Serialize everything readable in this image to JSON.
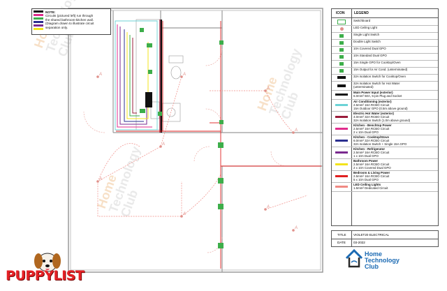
{
  "note": {
    "heading": "NOTE:",
    "lines": [
      "Circuits (pictured left) run through",
      "the shared bathroom-kitchen wall.",
      "(Diagram drawn to illustrate circuit",
      "separation only."
    ]
  },
  "legend": {
    "icon_header": "ICON",
    "legend_header": "LEGEND",
    "items": [
      {
        "icon": "switchboard-icon",
        "lines": [
          "Switchboard"
        ],
        "bold": false
      },
      {
        "icon": "led-ceiling-light-icon",
        "lines": [
          "LED Ceiling Light"
        ],
        "bold": false
      },
      {
        "icon": "single-light-switch-icon",
        "lines": [
          "Single Light Switch"
        ],
        "bold": false
      },
      {
        "icon": "double-light-switch-icon",
        "lines": [
          "Double Light Switch"
        ],
        "bold": false
      },
      {
        "icon": "covered-dual-gpo-icon",
        "lines": [
          "10A Covered Dual GPO"
        ],
        "bold": false
      },
      {
        "icon": "standard-dual-gpo-icon",
        "lines": [
          "10A Standard Dual GPO"
        ],
        "bold": false
      },
      {
        "icon": "single-gpo-cooktop-icon",
        "lines": [
          "15A Single GPO for Cooktop/Oven"
        ],
        "bold": false
      },
      {
        "icon": "aircon-output-icon",
        "lines": [
          "15A Output for Air Cond. (unterminated)"
        ],
        "bold": false
      },
      {
        "icon": "isolation-switch-cooktop-icon",
        "lines": [
          "32A Isolation Switch for Cooktop/Oven"
        ],
        "bold": false
      },
      {
        "icon": "isolation-switch-hot-water-icon",
        "lines": [
          "32A Isolation Switch for Hot Water",
          "(unterminated)"
        ],
        "bold": false
      },
      {
        "icon": "main-power-input-icon",
        "color": "#111111",
        "lines": [
          "Main Power Input (exterior)",
          "6.0mm² 50A, 5-pin Plug and Socket"
        ],
        "bold": true
      },
      {
        "icon": "aircon-circuit-icon",
        "color": "#6cd3d6",
        "lines": [
          "Air Conditioning (exterior)",
          "2.5mm² 16A RCBO Circuit",
          "15A Outdoor GPO (0.5m above ground)"
        ],
        "bold": true
      },
      {
        "icon": "hot-water-circuit-icon",
        "color": "#9a1c3a",
        "lines": [
          "Electric Hot Water (exterior)",
          "4.0mm² 32A RCBO Circuit",
          "32A Isolation Switch (1.0m above ground)"
        ],
        "bold": true
      },
      {
        "icon": "kitchen-benchtop-circuit-icon",
        "color": "#e02c8c",
        "lines": [
          "Kitchen - Benchtop Power",
          "2.5mm² 16A RCBO Circuit",
          "2 x 10A Dual GPO"
        ],
        "bold": true
      },
      {
        "icon": "kitchen-cooktop-circuit-icon",
        "color": "#2b2f8f",
        "lines": [
          "Kitchen - Cooktop/Stove",
          "6.0mm² 32A RCBO Circuit",
          "32A Isolation Switch + Single 15A GPO"
        ],
        "bold": true
      },
      {
        "icon": "kitchen-fridge-circuit-icon",
        "color": "#7a2a8f",
        "lines": [
          "Kitchen - Refrigerator",
          "2.5mm² 16A RCBO Circuit",
          "1 x 10A Dual GPO"
        ],
        "bold": true
      },
      {
        "icon": "bathroom-circuit-icon",
        "color": "#f3e31b",
        "lines": [
          "Bathroom Power",
          "2.5mm² 16A RCBO Circuit",
          "2 x 10A Covered Dual GPO"
        ],
        "bold": true
      },
      {
        "icon": "bedroom-living-circuit-icon",
        "color": "#e02020",
        "lines": [
          "Bedroom & Living Power",
          "2.5mm² 16A RCBO Circuit",
          "5 x 10A Dual GPO"
        ],
        "bold": true
      },
      {
        "icon": "led-lights-circuit-icon",
        "color": "#f08a84",
        "lines": [
          "LED Ceiling Lights",
          "1.5mm² Dedicated Circuit"
        ],
        "bold": true
      }
    ]
  },
  "title_block": {
    "title_label": "TITLE",
    "title_value": "VIOLET20 ELECTRICAL",
    "date_label": "DATE",
    "date_value": "03-2022"
  },
  "logo": {
    "line1": "Home",
    "line2": "Technology",
    "line3": "Club"
  },
  "watermark": {
    "words": [
      "Home",
      "Technology",
      "Club"
    ]
  },
  "badge": {
    "text": "PUPPYLIST"
  },
  "plan": {
    "light_marker": "A",
    "colors": {
      "wall": "#9a9a9a",
      "red": "#e02020",
      "pink": "#f08a84",
      "magenta": "#e02c8c",
      "cyan": "#6cd3d6",
      "navy": "#2b2f8f",
      "purple": "#7a2a8f",
      "yellow": "#f3e31b",
      "maroon": "#9a1c3a",
      "green": "#3dae4a",
      "black": "#111111"
    }
  }
}
